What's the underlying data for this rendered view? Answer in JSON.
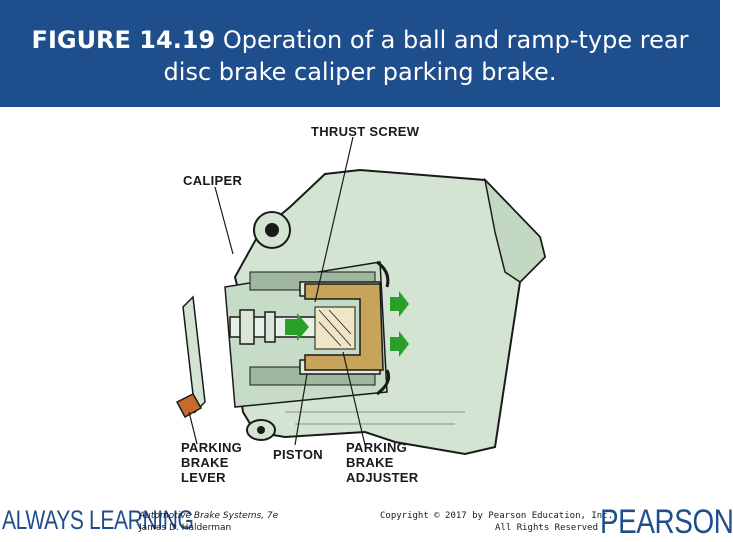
{
  "header": {
    "figure_label": "FIGURE 14.19",
    "title_text": " Operation of a ball and ramp-type rear disc brake caliper parking brake.",
    "background_color": "#1f4e8c"
  },
  "figure": {
    "labels": {
      "thrust_screw": "THRUST SCREW",
      "caliper": "CALIPER",
      "parking_brake_lever": [
        "PARKING",
        "BRAKE",
        "LEVER"
      ],
      "piston": "PISTON",
      "parking_brake_adjuster": [
        "PARKING",
        "BRAKE",
        "ADJUSTER"
      ]
    },
    "colors": {
      "caliper_body": "#d3e4d3",
      "adjuster": "#c8a45a",
      "arrows": "#2aa02a",
      "lever": "#c86a2a"
    }
  },
  "footer": {
    "brand_left": "ALWAYS LEARNING",
    "book_title": "Automotive Brake Systems, 7e",
    "book_author": "James D. Halderman",
    "copyright_line1": "Copyright © 2017 by Pearson Education, Inc.",
    "copyright_line2": "All Rights Reserved",
    "brand_right": "PEARSON"
  }
}
